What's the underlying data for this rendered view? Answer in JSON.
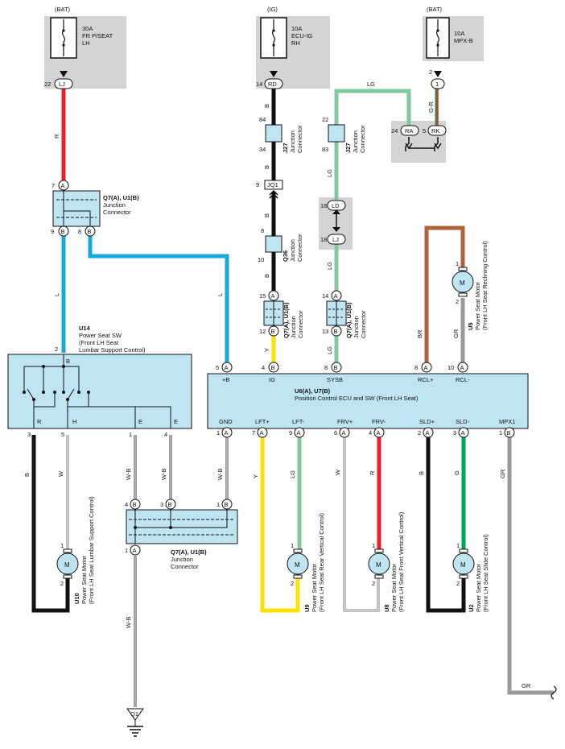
{
  "fuses": [
    {
      "source": "(BAT)",
      "amp": "30A",
      "name1": "FR P/SEAT",
      "name2": "LH",
      "pin": "22",
      "conn": "LJ"
    },
    {
      "source": "(IG)",
      "amp": "10A",
      "name1": "ECU-IG",
      "name2": "RH",
      "pin": "14",
      "conn": "RD"
    },
    {
      "source": "(BAT)",
      "amp": "10A",
      "name1": "MPX-B",
      "name2": "",
      "pin": "2",
      "conn": "1"
    }
  ],
  "wire_colors": {
    "R": "R",
    "B": "B",
    "L": "L",
    "LG": "LG",
    "Y": "Y",
    "W": "W",
    "WB": "W-B",
    "GR": "GR",
    "BR": "BR",
    "G": "G",
    "GR2": "G-R"
  },
  "connectors": {
    "q7_top": {
      "title": "Q7(A), U1(B)",
      "sub1": "Junction",
      "sub2": "Connector",
      "pinA": "A",
      "pinB": "B",
      "p7": "7",
      "p9": "9",
      "p8": "8"
    },
    "j27": {
      "title": "J27",
      "sub1": "Junction",
      "sub2": "Connector",
      "p84": "84",
      "p34": "34",
      "p22": "22",
      "p83": "83"
    },
    "jq1": {
      "pin": "9",
      "label": "JQ1"
    },
    "q36": {
      "title": "Q36",
      "sub1": "Junction",
      "sub2": "Connector",
      "p8": "8",
      "p10": "10"
    },
    "q7_mid_left": {
      "title": "Q7(A), U1(B)",
      "sub1": "Junction",
      "sub2": "Connector",
      "p15": "15",
      "p12": "12",
      "pA": "A",
      "pB": "B"
    },
    "q7_mid_right": {
      "title": "Q7(A), U1(B)",
      "sub1": "Junction",
      "sub2": "Connector",
      "p14": "14",
      "p13": "13",
      "pA": "A",
      "pB": "B"
    },
    "ld_lj": {
      "p18a": "18",
      "ld": "LD",
      "p18b": "18",
      "lj": "LJ"
    },
    "mpx": {
      "p24": "24",
      "ra": "RA",
      "p5": "5",
      "rk": "RK"
    },
    "q7_bot": {
      "title": "Q7(A), U1(B)",
      "sub1": "Junction",
      "sub2": "Connector",
      "p4": "4",
      "p3": "3",
      "p1": "1",
      "p1a": "1",
      "pB": "B",
      "pA": "A"
    }
  },
  "u14": {
    "id": "U14",
    "name1": "Power Seat SW",
    "name2": "(Front LH Seat",
    "name3": " Lumbar Support Control)",
    "pin2": "2",
    "tB": "B",
    "tR": "R",
    "tH": "H",
    "tE1": "E",
    "tE2": "E",
    "p3": "3",
    "p5": "5",
    "p1": "1",
    "p4": "4"
  },
  "ecu": {
    "id": "U6(A), U7(B)",
    "name": "Position Control ECU and SW (Front LH Seat)",
    "top_pins": [
      {
        "num": "5",
        "conn": "A",
        "label": "+B"
      },
      {
        "num": "4",
        "conn": "B",
        "label": "IG"
      },
      {
        "num": "8",
        "conn": "B",
        "label": "SYSB"
      },
      {
        "num": "8",
        "conn": "A",
        "label": "RCL+"
      },
      {
        "num": "10",
        "conn": "A",
        "label": "RCL-"
      }
    ],
    "bottom_pins": [
      {
        "num": "1",
        "conn": "A",
        "label": "GND"
      },
      {
        "num": "7",
        "conn": "A",
        "label": "LFT+"
      },
      {
        "num": "9",
        "conn": "A",
        "label": "LFT-"
      },
      {
        "num": "6",
        "conn": "A",
        "label": "FRV+"
      },
      {
        "num": "4",
        "conn": "A",
        "label": "FRV-"
      },
      {
        "num": "2",
        "conn": "A",
        "label": "SLD+"
      },
      {
        "num": "3",
        "conn": "A",
        "label": "SLD-"
      },
      {
        "num": "1",
        "conn": "B",
        "label": "MPX1"
      }
    ]
  },
  "motors": [
    {
      "id": "U10",
      "name1": "Power Seat Motor",
      "name2": "(Front LH Seat Lumbar Support Control)",
      "p1": "1",
      "p2": "2"
    },
    {
      "id": "U9",
      "name1": "Power Seat Motor",
      "name2": "(Front LH Seat Rear Vertical Control)",
      "p1": "1",
      "p2": "2"
    },
    {
      "id": "U8",
      "name1": "Power Seat Motor",
      "name2": "(Front LH Seat Front Vertical Control)",
      "p1": "1",
      "p2": "2"
    },
    {
      "id": "U2",
      "name1": "Power Seat Motor",
      "name2": "(Front LH Seat Slide Control)",
      "p1": "1",
      "p2": "2"
    },
    {
      "id": "U5",
      "name1": "Power Seat Motor",
      "name2": "(Front LH Seat Reclining Control)",
      "p1": "1",
      "p2": "2"
    }
  ],
  "motor_symbol": "M",
  "ground": {
    "label": "Q1"
  },
  "colors": {
    "red": "#e8202a",
    "black": "#111111",
    "blue": "#17a8e0",
    "green_light": "#7fc99a",
    "yellow": "#ffe100",
    "gray": "#9a9a9a",
    "brown": "#b0603a",
    "green": "#00a651",
    "box": "#bfe4f2",
    "fusebg": "#d4d4d4"
  }
}
